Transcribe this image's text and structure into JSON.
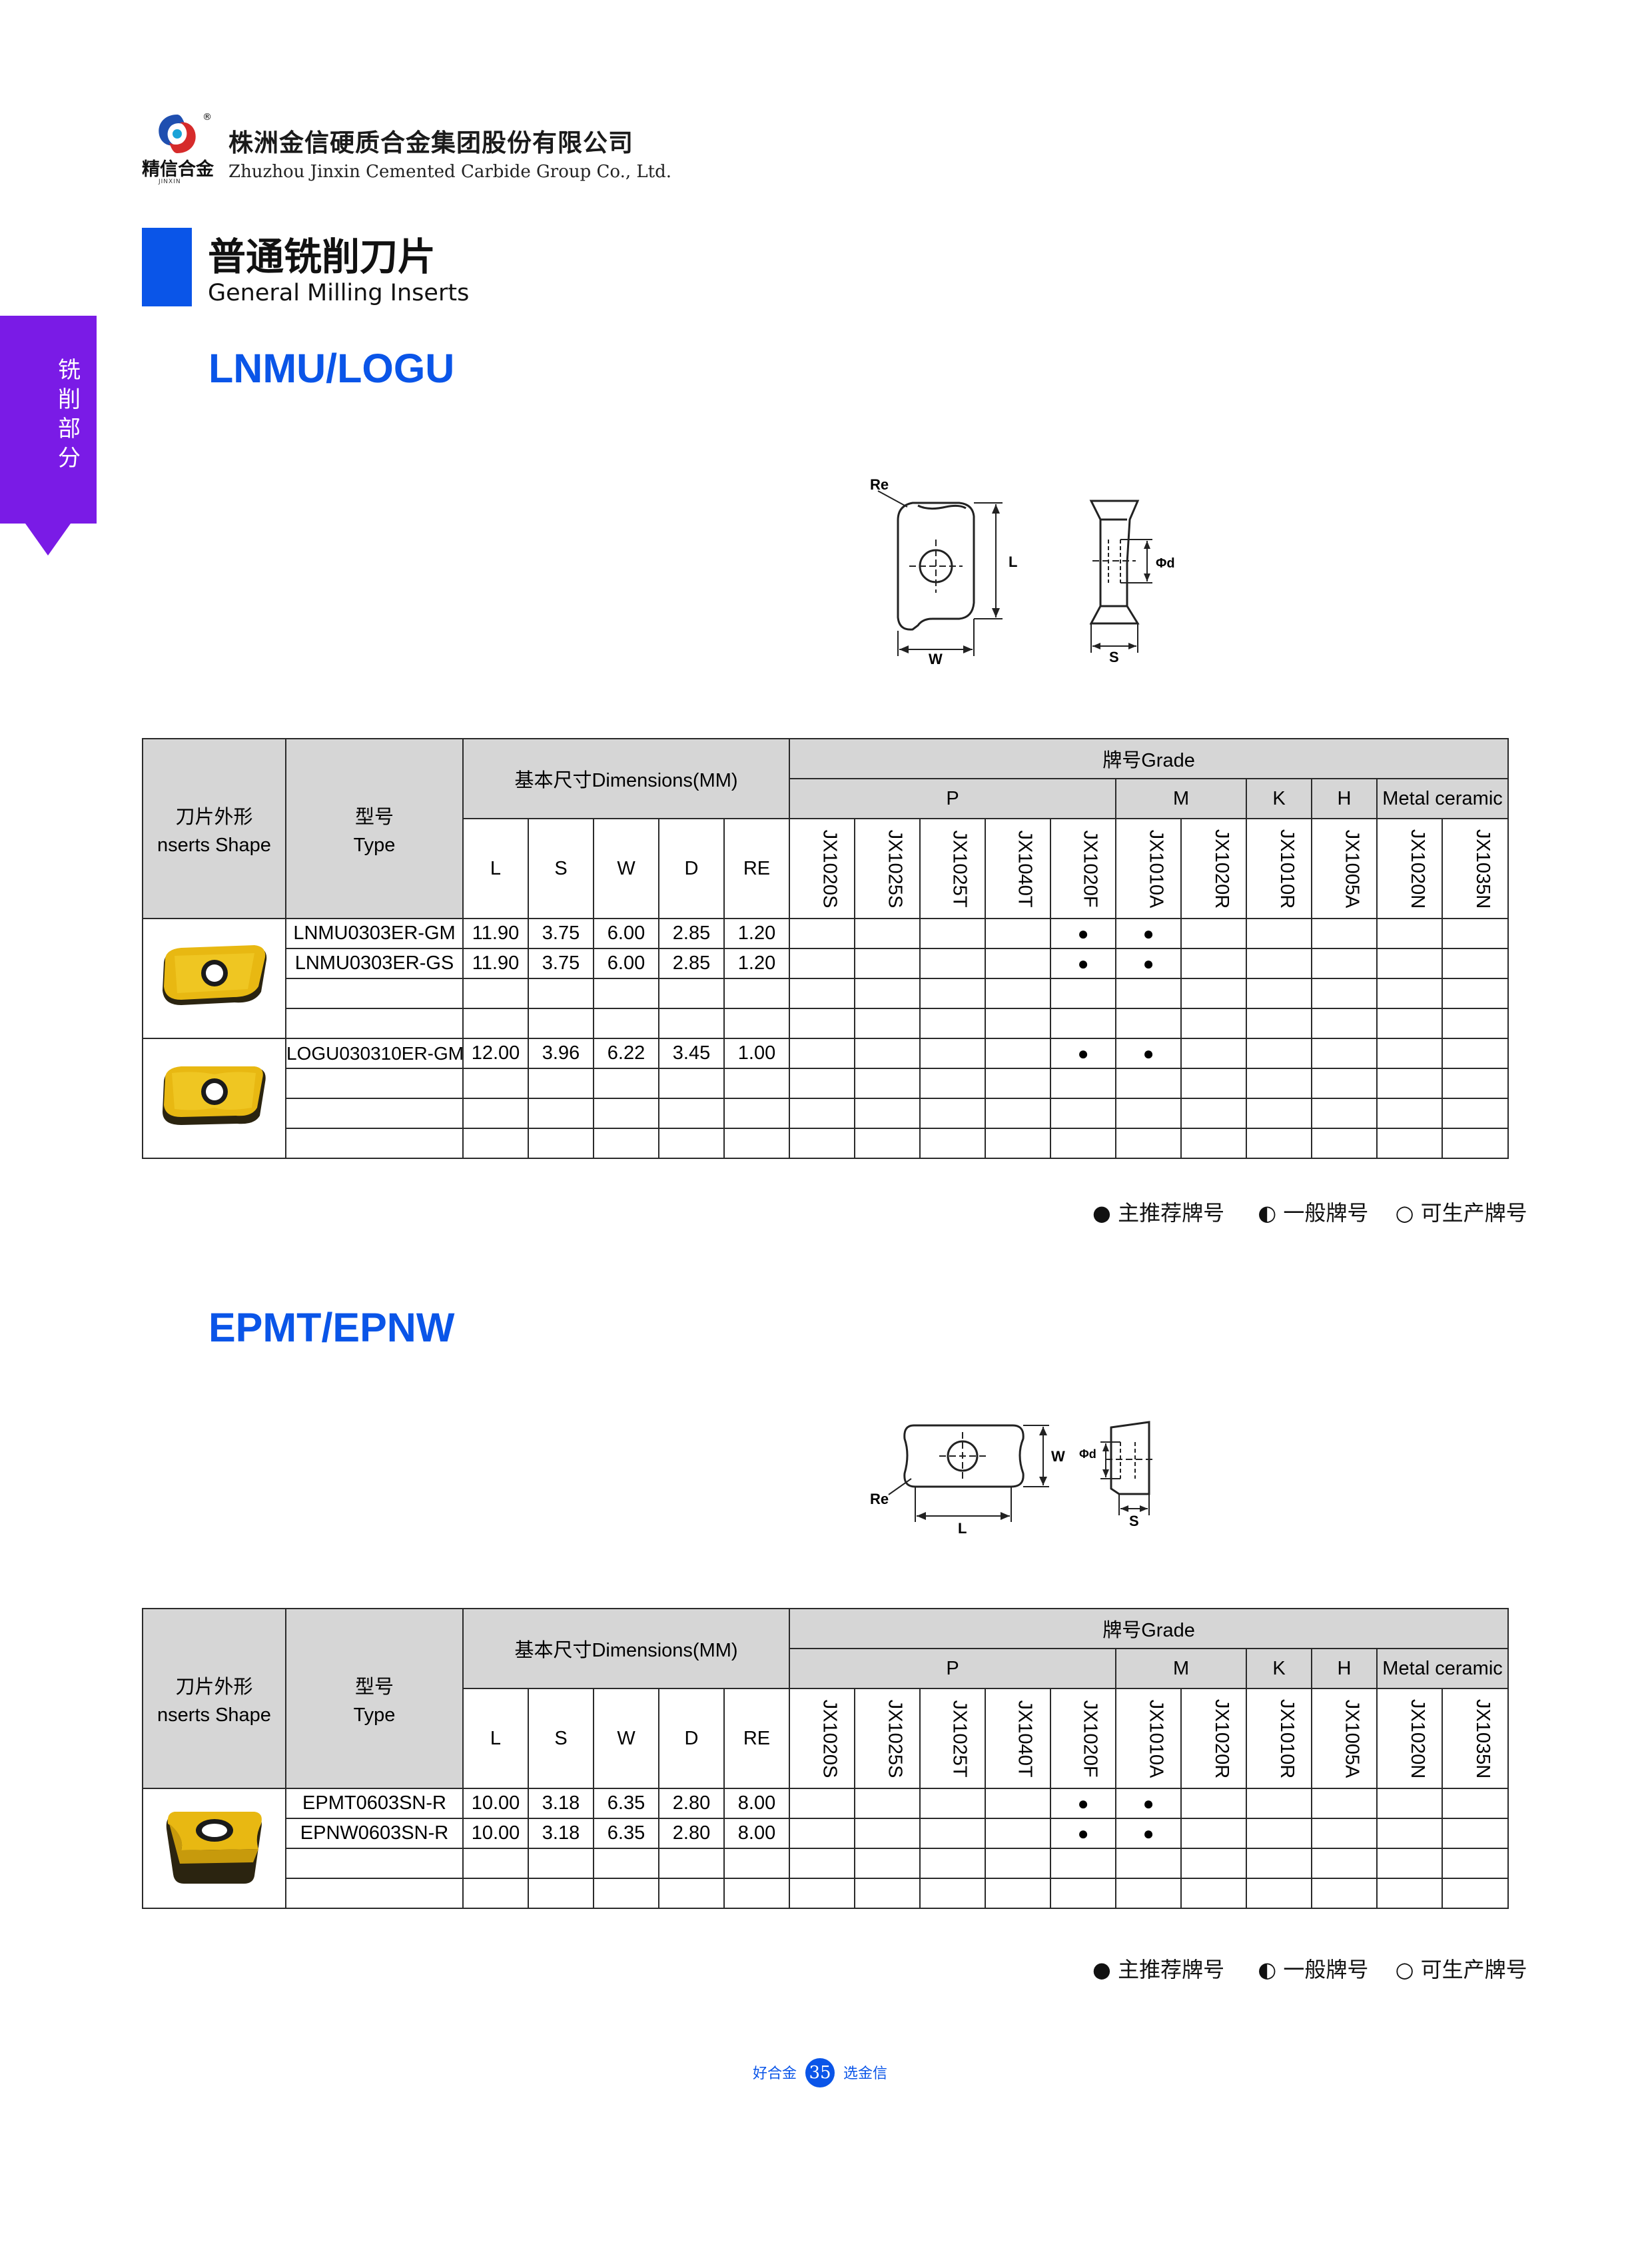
{
  "header": {
    "company_cn": "株洲金信硬质合金集团股份有限公司",
    "company_en": "Zhuzhou Jinxin Cemented Carbide Group Co., Ltd.",
    "logo_text": "精信合金",
    "logo_sub": "JINXIN",
    "reg_mark": "®"
  },
  "section": {
    "title_cn": "普通铣削刀片",
    "title_en": "General Milling Inserts"
  },
  "side_tab": {
    "chars": [
      "铣",
      "削",
      "部",
      "分"
    ]
  },
  "colors": {
    "brand_blue": "#0a55e8",
    "purple_tab": "#7a1be6",
    "header_gray": "#d6d6d6",
    "insert_gold": "#e8b812"
  },
  "table_headers": {
    "shape_cn": "刀片外形",
    "shape_en": "nserts Shape",
    "type_cn": "型号",
    "type_en": "Type",
    "dimensions": "基本尺寸Dimensions(MM)",
    "grade": "牌号Grade",
    "dim_cols": [
      "L",
      "S",
      "W",
      "D",
      "RE"
    ],
    "groups": [
      "P",
      "M",
      "K",
      "H",
      "Metal ceramic"
    ],
    "grades": [
      "JX1020S",
      "JX1025S",
      "JX1025T",
      "JX1040T",
      "JX1020F",
      "JX1010A",
      "JX1020R",
      "JX1010R",
      "JX1005A",
      "JX1020N",
      "JX1035N"
    ]
  },
  "legend": {
    "main": "● 主推荐牌号",
    "general": "◐ 一般牌号",
    "available": "○ 可生产牌号"
  },
  "products": [
    {
      "title": "LNMU/LOGU",
      "drawing_labels": {
        "re": "Re",
        "l": "L",
        "w": "W",
        "s": "S",
        "d": "Φd"
      },
      "rows": [
        {
          "type": "LNMU0303ER-GM",
          "L": "11.90",
          "S": "3.75",
          "W": "6.00",
          "D": "2.85",
          "RE": "1.20",
          "grades": [
            "",
            "",
            "",
            "",
            "●",
            "●",
            "",
            "",
            "",
            "",
            ""
          ]
        },
        {
          "type": "LNMU0303ER-GS",
          "L": "11.90",
          "S": "3.75",
          "W": "6.00",
          "D": "2.85",
          "RE": "1.20",
          "grades": [
            "",
            "",
            "",
            "",
            "●",
            "●",
            "",
            "",
            "",
            "",
            ""
          ]
        },
        {
          "type": "LOGU030310ER-GM",
          "L": "12.00",
          "S": "3.96",
          "W": "6.22",
          "D": "3.45",
          "RE": "1.00",
          "grades": [
            "",
            "",
            "",
            "",
            "●",
            "●",
            "",
            "",
            "",
            "",
            ""
          ]
        }
      ]
    },
    {
      "title": "EPMT/EPNW",
      "drawing_labels": {
        "re": "Re",
        "l": "L",
        "w": "W",
        "s": "S",
        "d": "Φd"
      },
      "rows": [
        {
          "type": "EPMT0603SN-R",
          "L": "10.00",
          "S": "3.18",
          "W": "6.35",
          "D": "2.80",
          "RE": "8.00",
          "grades": [
            "",
            "",
            "",
            "",
            "●",
            "●",
            "",
            "",
            "",
            "",
            ""
          ]
        },
        {
          "type": "EPNW0603SN-R",
          "L": "10.00",
          "S": "3.18",
          "W": "6.35",
          "D": "2.80",
          "RE": "8.00",
          "grades": [
            "",
            "",
            "",
            "",
            "●",
            "●",
            "",
            "",
            "",
            "",
            ""
          ]
        }
      ]
    }
  ],
  "footer": {
    "left": "好合金",
    "page": "35",
    "right": "选金信"
  }
}
